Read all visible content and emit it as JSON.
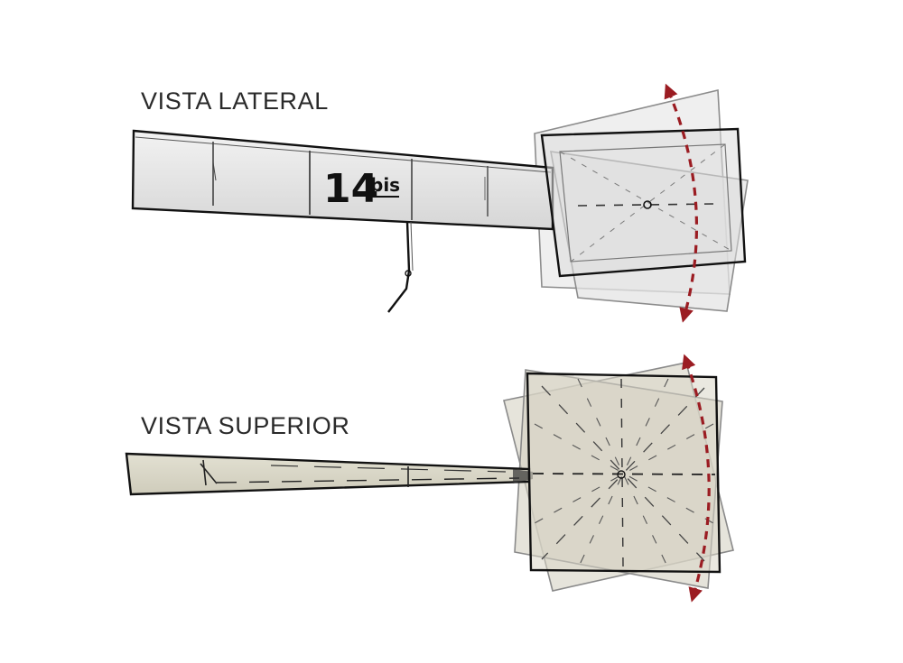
{
  "views": {
    "lateral": {
      "label": "VISTA LATERAL"
    },
    "superior": {
      "label": "VISTA SUPERIOR"
    }
  },
  "fuselage_marking": {
    "number": "14",
    "suffix": "bis"
  },
  "colors": {
    "arrow": "#9b1c22",
    "outline": "#111111",
    "surface_light": "#e6e6e6",
    "surface_tan": "#d9d6c6"
  }
}
